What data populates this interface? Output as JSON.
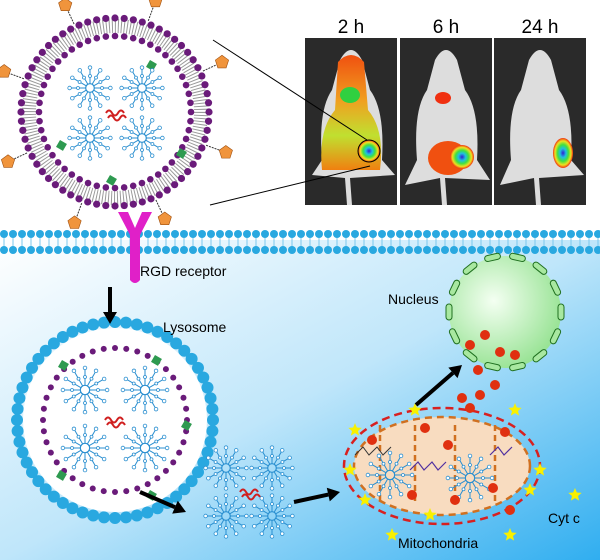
{
  "timepoints": [
    "2 h",
    "6 h",
    "24 h"
  ],
  "labels": {
    "receptor": "RGD receptor",
    "lysosome": "Lysosome",
    "nucleus": "Nucleus",
    "mitochondria": "Mitochondria",
    "cytc": "Cyt c"
  },
  "colors": {
    "lipid_head_purple": "#6a1b7a",
    "membrane_blue": "#29a8e0",
    "ligand_orange": "#f0943c",
    "receptor_magenta": "#e020c8",
    "dendrimer_blue": "#2a8fd0",
    "mito_fill": "#f8dcc0",
    "mito_border": "#d82020",
    "nucleus_green": "#b8f0b0",
    "cytc_yellow": "#f8f000"
  }
}
